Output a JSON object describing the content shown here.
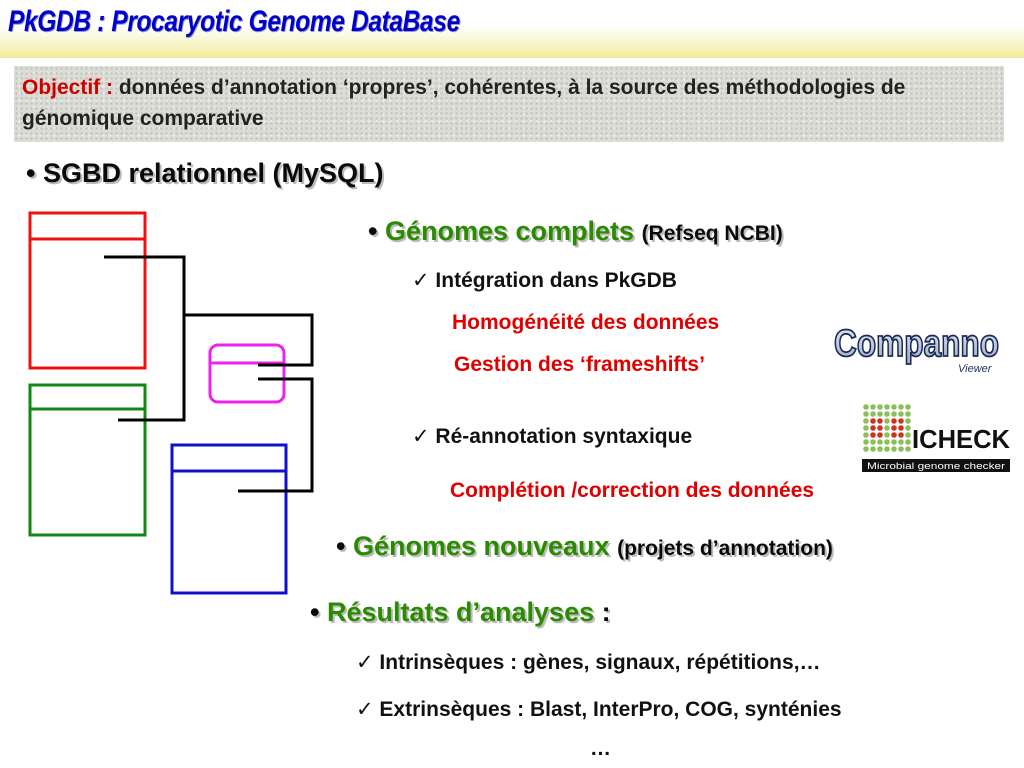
{
  "title": "PkGDB : Procaryotic Genome DataBase",
  "objective": {
    "label": "Objectif :",
    "text": " données d’annotation ‘propres’, cohérentes, à la source des méthodologies de génomique comparative"
  },
  "sgbd": {
    "bullet": "•",
    "text": "SGBD relationnel (MySQL)"
  },
  "genomes_complets": {
    "bullet": "•",
    "label": "Génomes complets",
    "paren": "(Refseq NCBI)",
    "check1": "✓ Intégration dans PkGDB",
    "sub1": "Homogénéité des données",
    "sub2": "Gestion des ‘frameshifts’",
    "check2": "✓ Ré-annotation syntaxique",
    "sub3": "Complétion /correction des données"
  },
  "genomes_nouveaux": {
    "bullet": "•",
    "label": "Génomes nouveaux",
    "paren": "(projets d’annotation)"
  },
  "resultats": {
    "bullet": "•",
    "label": "Résultats d’analyses",
    "colon": " :",
    "check1": "✓ Intrinsèques : gènes, signaux, répétitions,…",
    "check2": "✓ Extrinsèques : Blast, InterPro, COG, synténies",
    "ellipsis": "…"
  },
  "logos": {
    "companno": {
      "main": "Companno",
      "sub": "Viewer"
    },
    "micheck": {
      "main": "ICHECK",
      "sub": "Microbial genome checker"
    }
  },
  "colors": {
    "title": "#0000cc",
    "accent_green": "#2a8a00",
    "accent_red": "#e00000",
    "table_red": "#ee1111",
    "table_green": "#118811",
    "table_magenta": "#ee22ee",
    "table_blue": "#1111cc"
  }
}
